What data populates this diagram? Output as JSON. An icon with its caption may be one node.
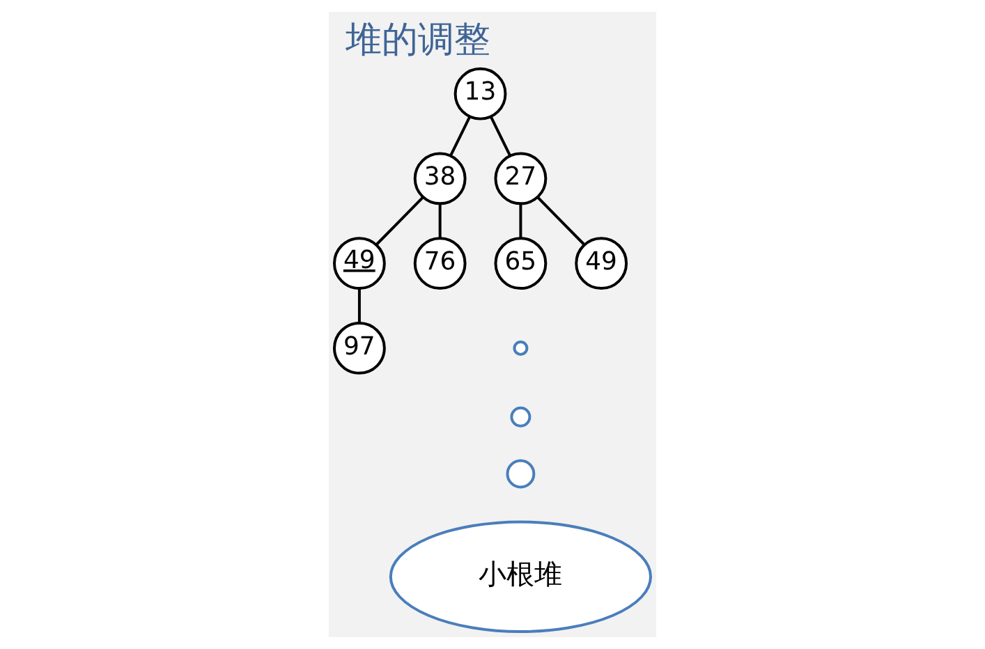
{
  "diagram": {
    "title": "堆的调整",
    "nodes": [
      {
        "text": [
          "13"
        ]
      },
      {
        "text": [
          "38"
        ]
      },
      {
        "text": [
          "27"
        ]
      },
      {
        "text": [
          "49"
        ]
      },
      {
        "text": [
          "76"
        ]
      },
      {
        "text": [
          "65"
        ]
      },
      {
        "text": [
          "49"
        ]
      },
      {
        "text": [
          "97"
        ]
      },
      {
        "text": [],
        "shape": "circle"
      },
      {
        "text": [],
        "shape": "circle"
      },
      {
        "text": [],
        "shape": "circle"
      },
      {
        "text": [
          "小根堆"
        ]
      }
    ],
    "edges": [
      {
        "from": 0,
        "to": 1,
        "arrow": "none"
      },
      {
        "from": 0,
        "to": 2,
        "arrow": "none"
      },
      {
        "from": 1,
        "to": 3,
        "arrow": "none"
      },
      {
        "from": 1,
        "to": 4,
        "arrow": "none"
      },
      {
        "from": 2,
        "to": 5,
        "arrow": "none"
      },
      {
        "from": 2,
        "to": 6,
        "arrow": "none"
      },
      {
        "from": 3,
        "to": 7,
        "arrow": "none"
      }
    ]
  }
}
